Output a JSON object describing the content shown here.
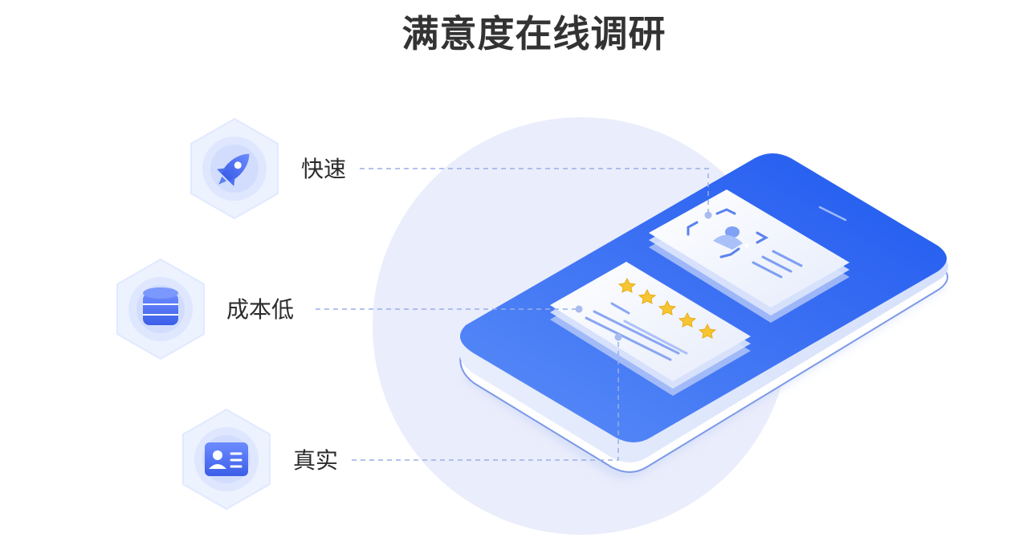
{
  "title": "满意度在线调研",
  "features": [
    {
      "label": "快速",
      "icon": "rocket-icon"
    },
    {
      "label": "成本低",
      "icon": "database-icon"
    },
    {
      "label": "真实",
      "icon": "id-card-icon"
    }
  ],
  "colors": {
    "primary": "#2f66f2",
    "primary_light": "#5f8ef8",
    "circle": "#eaedfb",
    "hex_outer": "#e9efff",
    "dash": "#9aaee8",
    "star": "#f7c531"
  }
}
